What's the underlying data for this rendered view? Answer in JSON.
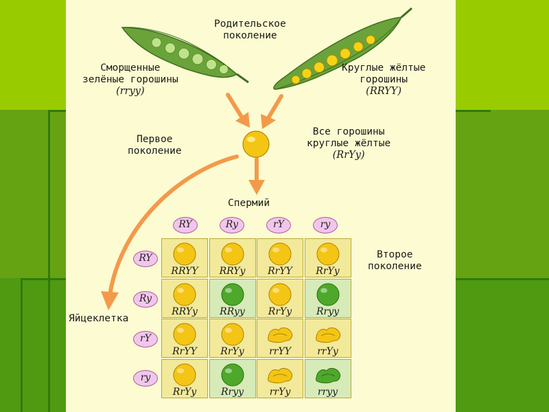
{
  "labels": {
    "parent_generation": [
      "Родительское",
      "поколение"
    ],
    "wrinkled_green": [
      "Сморщенные",
      "зелёные горошины"
    ],
    "wrinkled_green_genotype": "(rryy)",
    "round_yellow": [
      "Круглые жёлтые",
      "горошины"
    ],
    "round_yellow_genotype": "(RRYY)",
    "first_generation": [
      "Первое",
      "поколение"
    ],
    "all_peas": [
      "Все горошины",
      "круглые жёлтые"
    ],
    "all_peas_genotype": "(RrYy)",
    "sperm": "Спермий",
    "egg": "Яйцеклетка",
    "second_generation": [
      "Второе",
      "поколение"
    ]
  },
  "sperm_gametes": [
    "RY",
    "Ry",
    "rY",
    "ry"
  ],
  "egg_gametes": [
    "RY",
    "Ry",
    "rY",
    "ry"
  ],
  "punnett": [
    [
      {
        "g": "RRYY",
        "pea": "round-yellow"
      },
      {
        "g": "RRYy",
        "pea": "round-yellow"
      },
      {
        "g": "RrYY",
        "pea": "round-yellow"
      },
      {
        "g": "RrYy",
        "pea": "round-yellow"
      }
    ],
    [
      {
        "g": "RRYy",
        "pea": "round-yellow"
      },
      {
        "g": "RRyy",
        "pea": "round-green"
      },
      {
        "g": "RrYy",
        "pea": "round-yellow"
      },
      {
        "g": "Rryy",
        "pea": "round-green"
      }
    ],
    [
      {
        "g": "RrYY",
        "pea": "round-yellow"
      },
      {
        "g": "RrYy",
        "pea": "round-yellow"
      },
      {
        "g": "rrYY",
        "pea": "wrinkled-yellow"
      },
      {
        "g": "rrYy",
        "pea": "wrinkled-yellow"
      }
    ],
    [
      {
        "g": "RrYy",
        "pea": "round-yellow"
      },
      {
        "g": "Rryy",
        "pea": "round-green"
      },
      {
        "g": "rrYy",
        "pea": "wrinkled-yellow"
      },
      {
        "g": "rryy",
        "pea": "wrinkled-green"
      }
    ]
  ],
  "colors": {
    "panel": "#fcfbd2",
    "arrow": "#f39a4a",
    "cell_yellow": "#f3e99a",
    "cell_green": "#d6ebb8",
    "grid_border": "#b8a83a",
    "pea_yellow": "#f5c515",
    "pea_green": "#4ea82a",
    "gamete_fill": "#f2c6ec"
  }
}
